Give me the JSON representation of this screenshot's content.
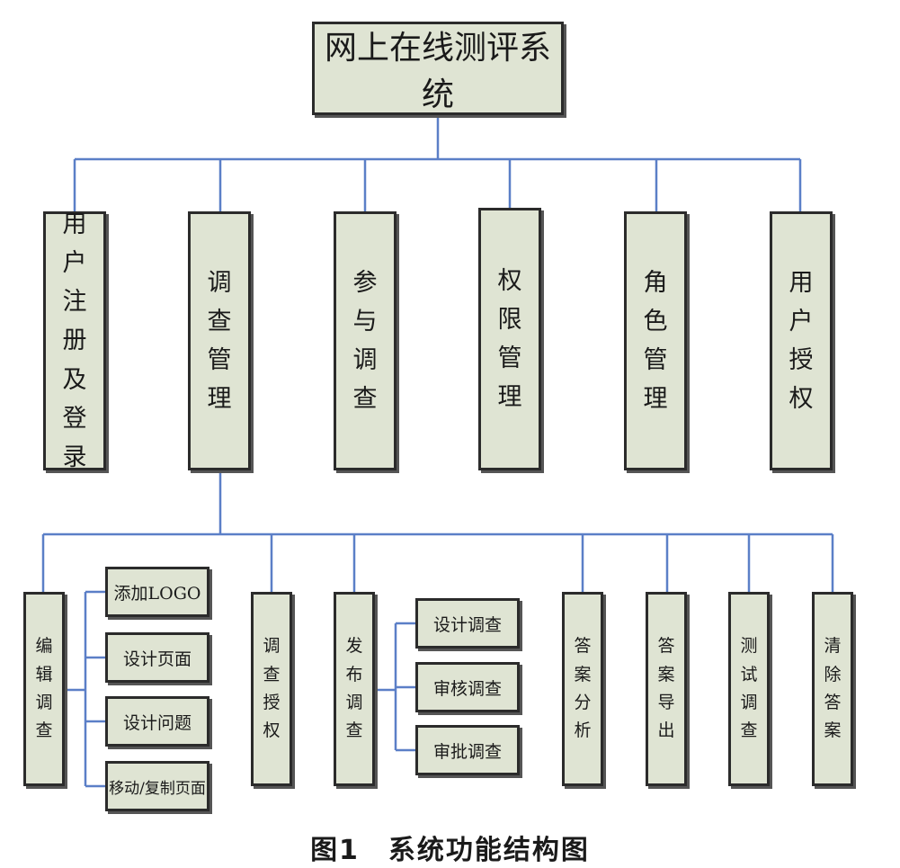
{
  "diagram": {
    "root": "网上在线测评系统",
    "modules": [
      "用户注册及登录",
      "调查管理",
      "参与调查",
      "权限管理",
      "角色管理",
      "用户授权"
    ],
    "survey_management": {
      "children": [
        "编辑调查",
        "调查授权",
        "发布调查",
        "答案分析",
        "答案导出",
        "测试调查",
        "清除答案"
      ],
      "edit_survey_children": [
        "添加LOGO",
        "设计页面",
        "设计问题",
        "移动/复制页面"
      ],
      "publish_survey_children": [
        "设计调查",
        "审核调查",
        "审批调查"
      ]
    },
    "caption": "图1　系统功能结构图",
    "colors": {
      "connector": "#5b7fc7",
      "box_fill": "#dfe4d3",
      "box_border": "#2b2b2b"
    }
  }
}
